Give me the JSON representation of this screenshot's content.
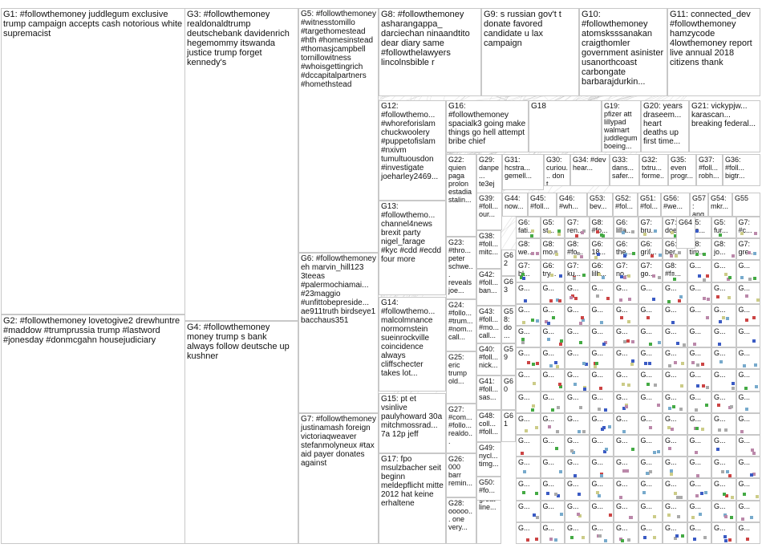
{
  "title": "",
  "groups": [
    {
      "id": "G1",
      "text": "G1: #followthemoney juddlegum exclusive trump campaign accepts cash notorious white supremacist",
      "color": "#1f2f8f"
    },
    {
      "id": "G2",
      "text": "G2: #followthemoney lovetogive2 drewhuntre #maddow #trumprussia trump #lastword #jonesday #donmcgahn housejudiciary",
      "color": "#2b7fd4"
    },
    {
      "id": "G3",
      "text": "G3: #followthemoney realdonaldtrump deutschebank davidenrich hegemommy itswanda justice trump forget kennedy's",
      "color": "#2f7a3a"
    },
    {
      "id": "G4",
      "text": "G4: #followthemoney money trump s bank always follow deutsche up kushner",
      "color": "#6fb56f"
    },
    {
      "id": "G5",
      "text": "G5: #followthemoney #witnesstomillo #targethomestead #hth #homesinstead #thomasjcampbell tornillowitness #whoisgettingrich #dccapitalpartners #homethstead",
      "color": "#b22222"
    },
    {
      "id": "G6",
      "text": "G6: #followthemoney eh marvin_hill123 3teeas #palermochiamai... #23maggio #unfittobepreside... ae911truth birdseye1 bacchaus351",
      "color": "#c08a2a"
    },
    {
      "id": "G7",
      "text": "G7: #followthemoney justinamash foreign victoriaqweaver stefanmolyneux #tax aid payer donates against",
      "color": "#e0b020"
    },
    {
      "id": "G8",
      "text": "G8: #followthemoney asharangappa_ darciechan ninaandtito dear diary same #followthelawyers lincolnsbible r",
      "color": "#888888"
    },
    {
      "id": "G9",
      "text": "G9: s russian gov't t donate favored candidate u lax campaign",
      "color": "#b03a8a"
    },
    {
      "id": "G10",
      "text": "G10: #followthemoney atomsksssanakan craigthomler government asinister usanorthcoast carbongate barbarajdurkin...",
      "color": "#8a8a8a"
    },
    {
      "id": "G11",
      "text": "G11: connected_dev #followthemoney hamzycode 4lowthemoney report live annual 2018 citizens thank",
      "color": "#8a8a8a"
    },
    {
      "id": "G12",
      "text": "G12: #followthemo... #whoreforislam chuckwoolery #puppetofislam #nxivm tumultuousdon #investigate joeharley2469...",
      "color": "#8a8a8a"
    },
    {
      "id": "G13",
      "text": "G13: #followthemo... channel4news brexit party nigel_farage #kyc #cdd #ecdd four more",
      "color": "#8a8a8a"
    },
    {
      "id": "G14",
      "text": "G14: #followthemo... malcolmnance normornstein sueinrockville coincidence always cliffschecter takes lot...",
      "color": "#8a8a8a"
    },
    {
      "id": "G15",
      "text": "G15: pt et vsinlive paulyhoward 30a mitchmossrad... 7a 12p jeff",
      "color": "#8a8a8a"
    },
    {
      "id": "G16",
      "text": "G16: #followthemoney spacialk3 going make things go hell attempt bribe chief",
      "color": "#8a8a8a"
    },
    {
      "id": "G17",
      "text": "G17: fpo msulzbacher seit beginn meldepflicht mitte 2012 hat keine erhaltene",
      "color": "#8a8a8a"
    },
    {
      "id": "G18",
      "text": "G18",
      "color": "#d08a20"
    },
    {
      "id": "G19",
      "text": "G19: pfizer att lillypad walmart juddlegum boeing...",
      "color": "#8a8a8a"
    },
    {
      "id": "G20",
      "text": "G20: years draseem... heart deaths up first time...",
      "color": "#8a8a8a"
    },
    {
      "id": "G21",
      "text": "G21: vickypjw... karascan... breaking federal...",
      "color": "#8a8a8a"
    },
    {
      "id": "G22",
      "text": "G22: quien paga prolon estadia stalin...",
      "color": "#8a8a8a"
    },
    {
      "id": "G23",
      "text": "G23: #thro... peter schwe... reveals joe...",
      "color": "#8a8a8a"
    },
    {
      "id": "G24",
      "text": "G24: #follo... #trum... #nom... call...",
      "color": "#8a8a8a"
    },
    {
      "id": "G25",
      "text": "G25: eric trump old...",
      "color": "#8a8a8a"
    },
    {
      "id": "G26",
      "text": "G26: 000 barr remin...",
      "color": "#8a8a8a"
    },
    {
      "id": "G27",
      "text": "G27: #com... #follo... realdo...",
      "color": "#8a8a8a"
    },
    {
      "id": "G28",
      "text": "G28: ooooo... one very...",
      "color": "#8a8a8a"
    },
    {
      "id": "G29",
      "text": "G29: danpe... te3ej",
      "color": "#8a8a8a"
    },
    {
      "id": "G30",
      "text": "G30: curiou... don t...",
      "color": "#8a8a8a"
    },
    {
      "id": "G31",
      "text": "G31: hcstra... gemell...",
      "color": "#8a8a8a"
    },
    {
      "id": "G32",
      "text": "G32: txtru... forme...",
      "color": "#8a8a8a"
    },
    {
      "id": "G33",
      "text": "G33: dans... safer...",
      "color": "#8a8a8a"
    },
    {
      "id": "G34",
      "text": "G34: #dev hear...",
      "color": "#8a8a8a"
    },
    {
      "id": "G35",
      "text": "G35: even progr...",
      "color": "#8a8a8a"
    },
    {
      "id": "G36",
      "text": "G36: #foll... bigtr...",
      "color": "#8a8a8a"
    },
    {
      "id": "G37",
      "text": "G37: #foll... robh...",
      "color": "#8a8a8a"
    },
    {
      "id": "G38",
      "text": "G38: #foll... mitc...",
      "color": "#8a8a8a"
    },
    {
      "id": "G39",
      "text": "G39: #foll... our...",
      "color": "#8a8a8a"
    },
    {
      "id": "G40",
      "text": "G40: #foll... nick...",
      "color": "#8a8a8a"
    },
    {
      "id": "G41",
      "text": "G41: #foll... sas...",
      "color": "#8a8a8a"
    },
    {
      "id": "G42",
      "text": "G42: #foll... ban...",
      "color": "#8a8a8a"
    },
    {
      "id": "G43",
      "text": "G43: #foll... #mo... call...",
      "color": "#8a8a8a"
    },
    {
      "id": "G44",
      "text": "G44: now...",
      "color": "#8a8a8a"
    },
    {
      "id": "G45",
      "text": "G45: #foll...",
      "color": "#8a8a8a"
    },
    {
      "id": "G46",
      "text": "G46: #wh...",
      "color": "#8a8a8a"
    },
    {
      "id": "G47",
      "text": "G47: great line...",
      "color": "#8a8a8a"
    },
    {
      "id": "G48",
      "text": "G48: coll... #foll...",
      "color": "#8a8a8a"
    },
    {
      "id": "G49",
      "text": "G49: nycl... timg...",
      "color": "#8a8a8a"
    },
    {
      "id": "G50",
      "text": "G50: #fo...",
      "color": "#8a8a8a"
    },
    {
      "id": "G51",
      "text": "G51: #fol...",
      "color": "#8a8a8a"
    },
    {
      "id": "G52",
      "text": "G52: #fol...",
      "color": "#8a8a8a"
    },
    {
      "id": "G53",
      "text": "G53: bev...",
      "color": "#8a8a8a"
    },
    {
      "id": "G54",
      "text": "G54: mkr...",
      "color": "#8a8a8a"
    },
    {
      "id": "G55",
      "text": "G55",
      "color": "#8a8a8a"
    },
    {
      "id": "G56",
      "text": "G56: #we...",
      "color": "#8a8a8a"
    },
    {
      "id": "G57",
      "text": "G57: ang...",
      "color": "#8a8a8a"
    },
    {
      "id": "G58",
      "text": "G58: do...",
      "color": "#8a8a8a"
    },
    {
      "id": "G59",
      "text": "G59",
      "color": "#8a8a8a"
    },
    {
      "id": "G60",
      "text": "G60",
      "color": "#8a8a8a"
    },
    {
      "id": "G61",
      "text": "G61",
      "color": "#8a8a8a"
    },
    {
      "id": "G62",
      "text": "G62",
      "color": "#8a8a8a"
    },
    {
      "id": "G63",
      "text": "G63",
      "color": "#8a8a8a"
    },
    {
      "id": "G64",
      "text": "G64",
      "color": "#8a8a8a"
    }
  ],
  "grid_labels": [
    "G6: fati...",
    "G5: st...",
    "G7: ren...",
    "G8: #fo...",
    "G6: lilla...",
    "G7: bru...",
    "G7: doet",
    "G5: sto...",
    "G5: fur...",
    "G7: #c...",
    "G8: we...",
    "G8: mo...",
    "G8: #fo...",
    "G6: 18...",
    "G6: the...",
    "G6: grif...",
    "G6: ber...",
    "G8: tim...",
    "G8: jo...",
    "G7: gre...",
    "G7: bl...",
    "G6: try...",
    "G7: ku...",
    "G6: lilb...",
    "G7: no...",
    "G7: go...",
    "G8: #fo..."
  ],
  "grid_cell_char": "G..."
}
